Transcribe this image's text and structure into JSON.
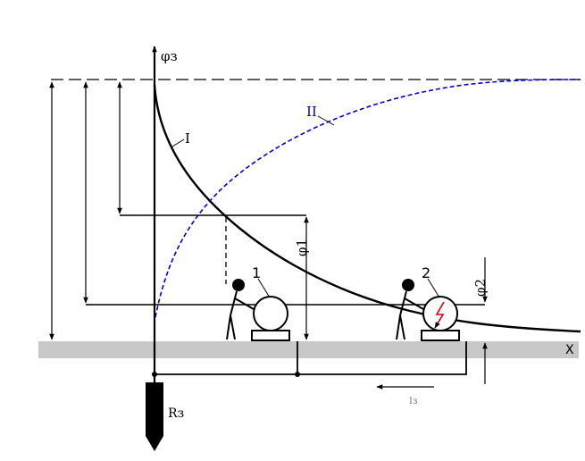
{
  "diagram": {
    "axis_y_label": "φз",
    "axis_x_label": "X",
    "curve_1_label": "I",
    "curve_2_label": "II",
    "phi1_label": "φ1",
    "phi2_label": "φ2",
    "person_1_label": "1",
    "person_2_label": "2",
    "electrode_label": "Rз",
    "current_label": "Iз"
  },
  "colors": {
    "line": "#000000",
    "curve_2": "#0000cc",
    "ground": "#c8c8c8",
    "spark": "#e00000"
  }
}
